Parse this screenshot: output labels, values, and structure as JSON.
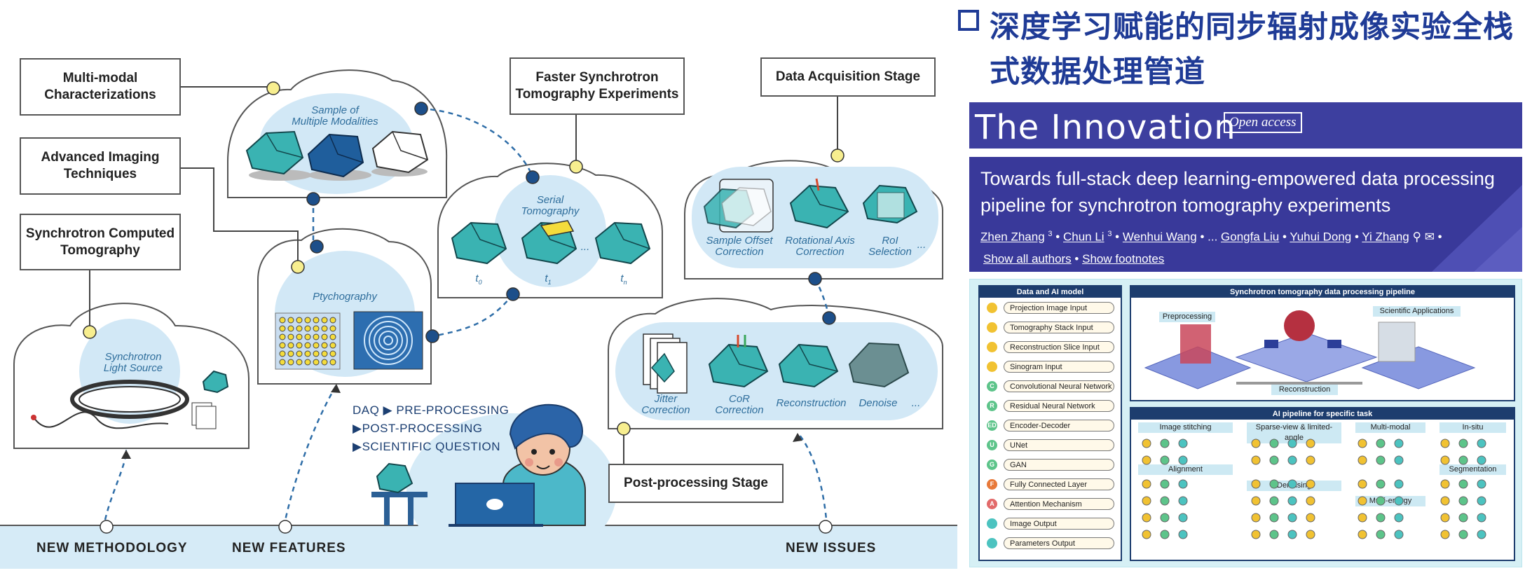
{
  "diagram": {
    "boxes": {
      "multimodal": "Multi-modal\nCharacterizations",
      "advanced": "Advanced Imaging\nTechniques",
      "sct": "Synchrotron Computed\nTomography",
      "faster": "Faster Synchrotron\nTomography Experiments",
      "acquisition": "Data Acquisition Stage",
      "postprocessing": "Post-processing Stage"
    },
    "italic": {
      "sample": "Sample of\nMultiple Modalities",
      "serial": "Serial\nTomography",
      "ptychography": "Ptychography",
      "light_source": "Synchrotron\nLight Source",
      "offset": "Sample Offset\nCorrection",
      "rotational": "Rotational Axis\nCorrection",
      "roi": "RoI\nSelection",
      "jitter": "Jitter\nCorrection",
      "cor": "CoR\nCorrection",
      "reconstruction": "Reconstruction",
      "denoise": "Denoise",
      "t0": "t",
      "t1": "t",
      "tn": "t",
      "t0_sub": "0",
      "t1_sub": "1",
      "tn_sub": "n",
      "ellipsis": "..."
    },
    "pipeline": {
      "line1": "DAQ ▶ PRE-PROCESSING",
      "line2": "▶POST-PROCESSING",
      "line3": "▶SCIENTIFIC QUESTION"
    },
    "bottom": {
      "methodology": "NEW METHODOLOGY",
      "features": "NEW FEATURES",
      "issues": "NEW ISSUES"
    }
  },
  "right_panel": {
    "title_line1": "深度学习赋能的同步辐射成像实验全栈",
    "title_line2": "式数据处理管道",
    "journal": "The Innovation",
    "open_access": "Open access",
    "paper_title_1": "Towards full-stack deep learning-empowered data processing",
    "paper_title_2": "pipeline for synchrotron tomography experiments",
    "authors": [
      {
        "name": "Zhen Zhang",
        "sup": "3"
      },
      {
        "name": "Chun Li",
        "sup": "3"
      },
      {
        "name": "Wenhui Wang",
        "sup": ""
      },
      {
        "name": "...",
        "sup": ""
      },
      {
        "name": "Gongfa Liu",
        "sup": ""
      },
      {
        "name": "Yuhui Dong",
        "sup": ""
      },
      {
        "name": "Yi Zhang",
        "sup": ""
      }
    ],
    "show_authors": "Show all authors",
    "show_footnotes": "Show footnotes",
    "figure": {
      "left_header": "Data and AI model",
      "legend": [
        {
          "code": "",
          "label": "Projection Image Input",
          "color": "#f1c232"
        },
        {
          "code": "",
          "label": "Tomography Stack Input",
          "color": "#f1c232"
        },
        {
          "code": "",
          "label": "Reconstruction Slice Input",
          "color": "#f1c232"
        },
        {
          "code": "",
          "label": "Sinogram Input",
          "color": "#f1c232"
        },
        {
          "code": "C",
          "label": "Convolutional Neural Network",
          "color": "#5dc48a"
        },
        {
          "code": "R",
          "label": "Residual Neural Network",
          "color": "#5dc48a"
        },
        {
          "code": "ED",
          "label": "Encoder-Decoder",
          "color": "#5dc48a"
        },
        {
          "code": "U",
          "label": "UNet",
          "color": "#5dc48a"
        },
        {
          "code": "G",
          "label": "GAN",
          "color": "#5dc48a"
        },
        {
          "code": "F",
          "label": "Fully Connected Layer",
          "color": "#e8793a"
        },
        {
          "code": "A",
          "label": "Attention Mechanism",
          "color": "#e26a6a"
        },
        {
          "code": "",
          "label": "Image Output",
          "color": "#4cc3c0"
        },
        {
          "code": "",
          "label": "Parameters Output",
          "color": "#4cc3c0"
        }
      ],
      "top_header": "Synchrotron tomography data processing pipeline",
      "preprocessing": "Preprocessing",
      "scientific": "Scientific Applications",
      "reconstruction": "Reconstruction",
      "bottom_header": "AI pipeline for specific task",
      "tasks": {
        "stitching": "Image stitching",
        "sparse": "Sparse-view & limited-angle",
        "multimodal": "Multi-modal",
        "insitu": "In-situ",
        "alignment": "Alignment",
        "denoising": "Denoising",
        "multienergy": "Multi-energy",
        "segmentation": "Segmentation"
      }
    }
  }
}
